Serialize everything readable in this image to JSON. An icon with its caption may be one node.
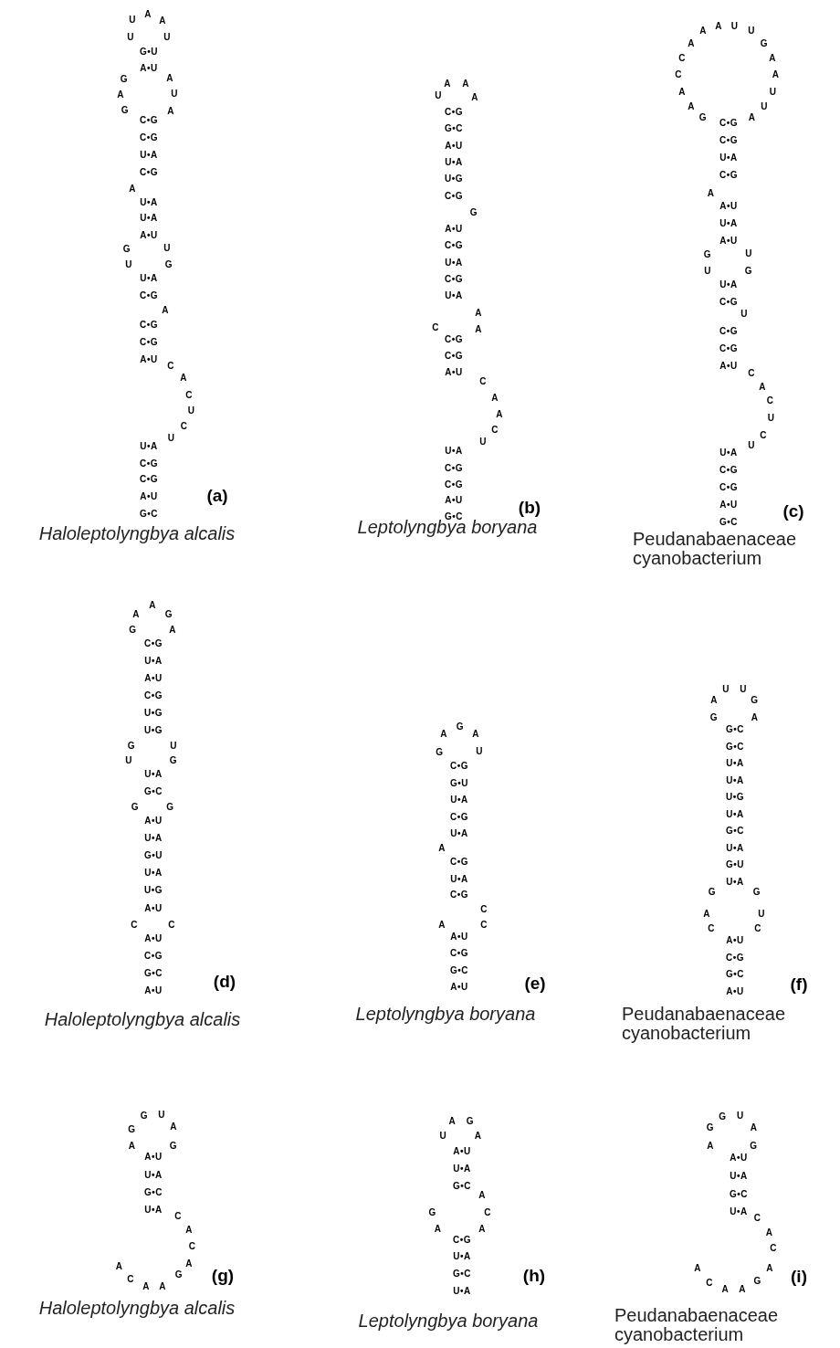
{
  "diagram": {
    "labels": [
      "U",
      "A",
      "A",
      "U",
      "U",
      "G•U",
      "A•U",
      "G",
      "A",
      "A",
      "U",
      "G",
      "A",
      "C•G",
      "C•G",
      "U•A",
      "C•G",
      "A",
      "U•A",
      "U•A",
      "A•U",
      "G",
      "U",
      "U",
      "G",
      "U•A",
      "C•G",
      "A",
      "C•G",
      "C•G",
      "A•U",
      "C",
      "A",
      "C",
      "U",
      "C",
      "U",
      "U•A",
      "C•G",
      "C•G",
      "A•U",
      "G•C",
      "(a)",
      "Haloleptolyngbya alcalis",
      "A",
      "A",
      "U",
      "A",
      "C•G",
      "G•C",
      "A•U",
      "U•A",
      "U•G",
      "C•G",
      "G",
      "A•U",
      "C•G",
      "U•A",
      "C•G",
      "U•A",
      "A",
      "C",
      "A",
      "C•G",
      "C•G",
      "A•U",
      "C",
      "A",
      "A",
      "C",
      "U",
      "U•A",
      "C•G",
      "C•G",
      "A•U",
      "G•C",
      "(b)",
      "Leptolyngbya boryana",
      "A",
      "U",
      "A",
      "U",
      "A",
      "G",
      "C",
      "A",
      "C",
      "A",
      "A",
      "U",
      "A",
      "U",
      "G",
      "A",
      "C•G",
      "C•G",
      "U•A",
      "C•G",
      "A",
      "A•U",
      "U•A",
      "A•U",
      "G",
      "U",
      "U",
      "G",
      "U•A",
      "C•G",
      "U",
      "C•G",
      "C•G",
      "A•U",
      "C",
      "A",
      "C",
      "U",
      "C",
      "U",
      "U•A",
      "C•G",
      "C•G",
      "A•U",
      "G•C",
      "(c)",
      "Peudanabaenaceae cyanobacterium",
      "A",
      "A",
      "G",
      "G",
      "A",
      "C•G",
      "U•A",
      "A•U",
      "C•G",
      "U•G",
      "U•G",
      "G",
      "U",
      "U",
      "G",
      "U•A",
      "G•C",
      "G",
      "G",
      "A•U",
      "U•A",
      "G•U",
      "U•A",
      "U•G",
      "A•U",
      "C",
      "C",
      "A•U",
      "C•G",
      "G•C",
      "A•U",
      "(d)",
      "Haloleptolyngbya alcalis",
      "A",
      "G",
      "A",
      "G",
      "U",
      "C•G",
      "G•U",
      "U•A",
      "C•G",
      "U•A",
      "A",
      "C•G",
      "U•A",
      "C•G",
      "C",
      "A",
      "C",
      "A•U",
      "C•G",
      "G•C",
      "A•U",
      "(e)",
      "Leptolyngbya boryana",
      "U",
      "U",
      "A",
      "G",
      "G",
      "A",
      "G•C",
      "G•C",
      "U•A",
      "U•A",
      "U•G",
      "U•A",
      "G•C",
      "U•A",
      "G•U",
      "U•A",
      "G",
      "G",
      "A",
      "U",
      "C",
      "C",
      "A•U",
      "C•G",
      "G•C",
      "A•U",
      "(f)",
      "Peudanabaenaceae cyanobacterium",
      "G",
      "U",
      "G",
      "A",
      "A",
      "G",
      "A•U",
      "U•A",
      "G•C",
      "U•A",
      "C",
      "A",
      "C",
      "A",
      "A",
      "C",
      "G",
      "A",
      "A",
      "(g)",
      "Haloleptolyngbya alcalis",
      "A",
      "G",
      "U",
      "A",
      "A•U",
      "U•A",
      "G•C",
      "A",
      "G",
      "C",
      "A",
      "A",
      "C•G",
      "U•A",
      "G•C",
      "U•A",
      "(h)",
      "Leptolyngbya boryana",
      "G",
      "U",
      "G",
      "A",
      "A",
      "G",
      "A•U",
      "U•A",
      "G•C",
      "U•A",
      "C",
      "A",
      "C",
      "A",
      "A",
      "C",
      "G",
      "A",
      "A",
      "(i)",
      "Peudanabaenaceae cyanobacterium"
    ]
  }
}
